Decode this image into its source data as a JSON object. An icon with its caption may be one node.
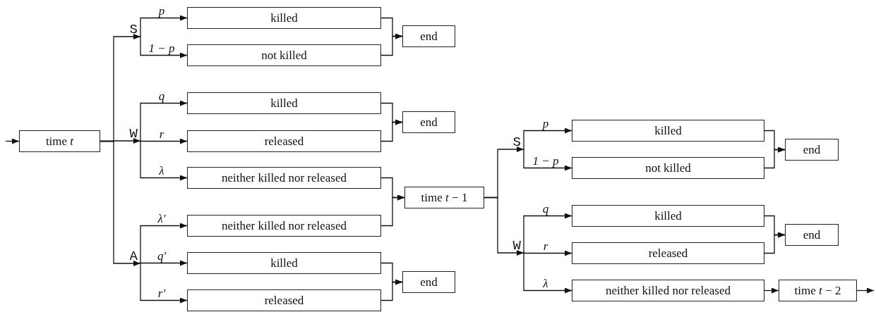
{
  "diagram": {
    "nodes": [
      {
        "text": [
          "time *t*"
        ]
      },
      {
        "text": [
          "S"
        ]
      },
      {
        "text": [
          "killed"
        ]
      },
      {
        "text": [
          "not killed"
        ]
      },
      {
        "text": [
          "end"
        ]
      },
      {
        "text": [
          "W"
        ]
      },
      {
        "text": [
          "killed"
        ]
      },
      {
        "text": [
          "released"
        ]
      },
      {
        "text": [
          "end"
        ]
      },
      {
        "text": [
          "neither killed nor released"
        ]
      },
      {
        "text": [
          "A"
        ]
      },
      {
        "text": [
          "neither killed nor released"
        ]
      },
      {
        "text": [
          "killed"
        ]
      },
      {
        "text": [
          "released"
        ]
      },
      {
        "text": [
          "end"
        ]
      },
      {
        "text": [
          "time *t* − 1"
        ]
      },
      {
        "text": [
          "S"
        ]
      },
      {
        "text": [
          "killed"
        ]
      },
      {
        "text": [
          "not killed"
        ]
      },
      {
        "text": [
          "end"
        ]
      },
      {
        "text": [
          "W"
        ]
      },
      {
        "text": [
          "killed"
        ]
      },
      {
        "text": [
          "released"
        ]
      },
      {
        "text": [
          "end"
        ]
      },
      {
        "text": [
          "neither killed nor released"
        ]
      },
      {
        "text": [
          "time *t* − 2"
        ]
      }
    ],
    "edges": [
      {
        "from": null,
        "to": 0,
        "arrow": "to"
      },
      {
        "from": 0,
        "to": 1,
        "arrow": "to"
      },
      {
        "from": 0,
        "to": 5,
        "arrow": "to"
      },
      {
        "from": 0,
        "to": 10,
        "arrow": "to"
      },
      {
        "from": 1,
        "to": 2,
        "arrow": "to",
        "label": "p"
      },
      {
        "from": 1,
        "to": 3,
        "arrow": "to",
        "label": "1 − p"
      },
      {
        "from": 2,
        "to": 4,
        "arrow": "to"
      },
      {
        "from": 3,
        "to": 4,
        "arrow": "to"
      },
      {
        "from": 5,
        "to": 6,
        "arrow": "to",
        "label": "q"
      },
      {
        "from": 5,
        "to": 7,
        "arrow": "to",
        "label": "r"
      },
      {
        "from": 5,
        "to": 9,
        "arrow": "to",
        "label": "λ"
      },
      {
        "from": 6,
        "to": 8,
        "arrow": "to"
      },
      {
        "from": 7,
        "to": 8,
        "arrow": "to"
      },
      {
        "from": 9,
        "to": 15,
        "arrow": "to"
      },
      {
        "from": 10,
        "to": 11,
        "arrow": "to",
        "label": "λ′"
      },
      {
        "from": 10,
        "to": 12,
        "arrow": "to",
        "label": "q′"
      },
      {
        "from": 10,
        "to": 13,
        "arrow": "to",
        "label": "r′"
      },
      {
        "from": 11,
        "to": 15,
        "arrow": "to"
      },
      {
        "from": 12,
        "to": 14,
        "arrow": "to"
      },
      {
        "from": 13,
        "to": 14,
        "arrow": "to"
      },
      {
        "from": 15,
        "to": 16,
        "arrow": "to"
      },
      {
        "from": 15,
        "to": 20,
        "arrow": "to"
      },
      {
        "from": 16,
        "to": 17,
        "arrow": "to",
        "label": "p"
      },
      {
        "from": 16,
        "to": 18,
        "arrow": "to",
        "label": "1 − p"
      },
      {
        "from": 17,
        "to": 19,
        "arrow": "to"
      },
      {
        "from": 18,
        "to": 19,
        "arrow": "to"
      },
      {
        "from": 20,
        "to": 21,
        "arrow": "to",
        "label": "q"
      },
      {
        "from": 20,
        "to": 22,
        "arrow": "to",
        "label": "r"
      },
      {
        "from": 20,
        "to": 24,
        "arrow": "to",
        "label": "λ"
      },
      {
        "from": 21,
        "to": 23,
        "arrow": "to"
      },
      {
        "from": 22,
        "to": 23,
        "arrow": "to"
      },
      {
        "from": 24,
        "to": 25,
        "arrow": "to"
      },
      {
        "from": 25,
        "to": null,
        "arrow": "to"
      }
    ]
  }
}
